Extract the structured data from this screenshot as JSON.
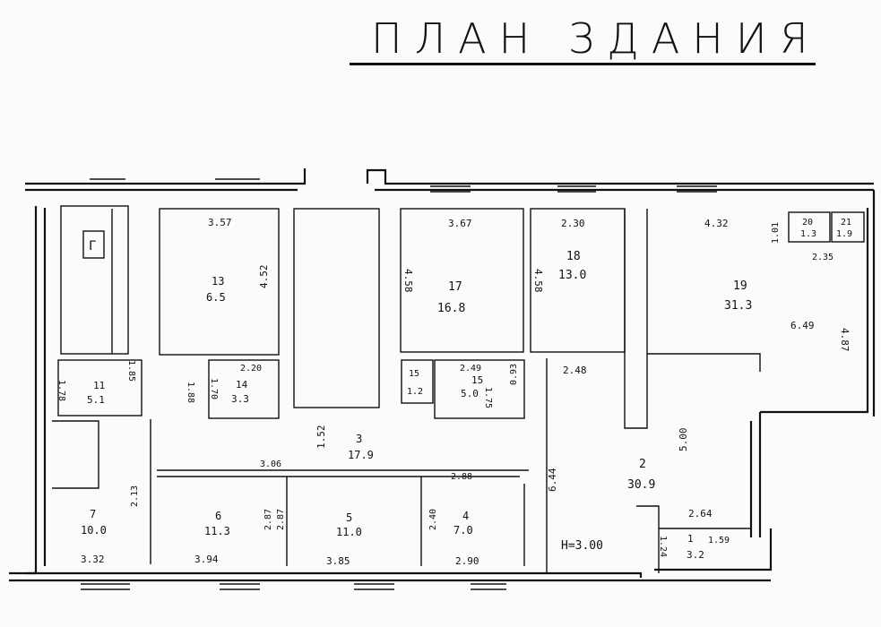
{
  "title": "ПЛАН ЗДАНИЯ",
  "rooms": [
    {
      "id": "room-13",
      "number": "13",
      "area": "6.5",
      "dims": [
        "3.57",
        "4.52"
      ]
    },
    {
      "id": "room-17",
      "number": "17",
      "area": "16.8",
      "dims": [
        "3.67",
        "4.58"
      ]
    },
    {
      "id": "room-18",
      "number": "18",
      "area": "13.0",
      "dims": [
        "2.30",
        "4.58"
      ]
    },
    {
      "id": "room-19",
      "number": "19",
      "area": "31.3",
      "dims": [
        "4.32",
        "1.01",
        "2.35",
        "6.49",
        "4.87"
      ]
    },
    {
      "id": "room-20",
      "number": "20",
      "area": "1.3",
      "dims": []
    },
    {
      "id": "room-21",
      "number": "21",
      "area": "1.9",
      "dims": []
    },
    {
      "id": "room-11",
      "number": "11",
      "area": "5.1",
      "dims": [
        "1.78",
        "1.85"
      ]
    },
    {
      "id": "room-14",
      "number": "14",
      "area": "3.3",
      "dims": [
        "2.20",
        "1.70",
        "1.88"
      ]
    },
    {
      "id": "room-15a",
      "number": "15",
      "area": "1.2",
      "dims": []
    },
    {
      "id": "room-15b",
      "number": "15",
      "area": "5.0",
      "dims": [
        "2.49",
        "1.75",
        "0.93"
      ]
    },
    {
      "id": "room-3",
      "number": "3",
      "area": "17.9",
      "dims": [
        "1.52",
        "3.06",
        "2.88"
      ]
    },
    {
      "id": "room-2",
      "number": "2",
      "area": "30.9",
      "dims": [
        "2.48",
        "6.44",
        "5.00",
        "2.64"
      ]
    },
    {
      "id": "room-7",
      "number": "7",
      "area": "10.0",
      "dims": [
        "3.32",
        "2.13"
      ]
    },
    {
      "id": "room-6",
      "number": "6",
      "area": "11.3",
      "dims": [
        "3.94",
        "2.87"
      ]
    },
    {
      "id": "room-5",
      "number": "5",
      "area": "11.0",
      "dims": [
        "3.85",
        "2.87"
      ]
    },
    {
      "id": "room-4",
      "number": "4",
      "area": "7.0",
      "dims": [
        "2.90",
        "2.40"
      ]
    },
    {
      "id": "room-1",
      "number": "1",
      "area": "3.2",
      "dims": [
        "1.24",
        "1.59"
      ]
    }
  ],
  "notes": {
    "height": "H=3.00",
    "boiler": "Г"
  }
}
